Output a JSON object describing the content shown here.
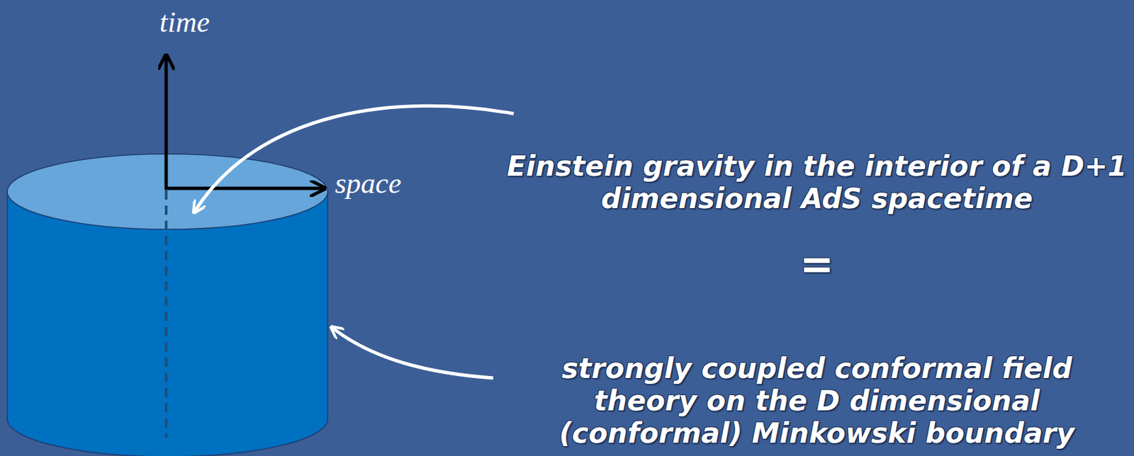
{
  "diagram": {
    "labels": [
      "time",
      "space",
      "Einstein gravity in the interior of a D+1 dimensional AdS spacetime",
      "=",
      "strongly coupled conformal field theory on the D dimensional (conformal) Minkowski boundary"
    ]
  }
}
